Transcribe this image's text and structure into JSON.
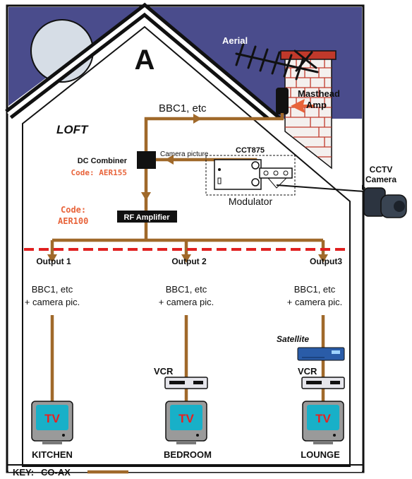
{
  "house": {
    "letter": "A",
    "loft_label": "LOFT",
    "aerial_label": "Aerial",
    "masthead_label_1": "Masthead",
    "masthead_label_2": "Amp",
    "bbc_top": "BBC1, etc",
    "camera_picture": "Camera picture",
    "dc_combiner": "DC Combiner",
    "dc_code": "Code: AER155",
    "cct_label": "CCT875",
    "modulator_label": "Modulator",
    "rf_code_1": "Code:",
    "rf_code_2": "AER100",
    "rf_amp": "RF Amplifier",
    "cctv_1": "CCTV",
    "cctv_2": "Camera"
  },
  "outputs": [
    {
      "label": "Output 1",
      "line1": "BBC1, etc",
      "line2": "+ camera pic.",
      "room": "KITCHEN"
    },
    {
      "label": "Output 2",
      "line1": "BBC1, etc",
      "line2": "+ camera pic.",
      "room": "BEDROOM"
    },
    {
      "label": "Output3",
      "line1": "BBC1, etc",
      "line2": "+ camera pic.",
      "room": "LOUNGE"
    }
  ],
  "devices": {
    "tv_label": "TV",
    "vcr_label": "VCR",
    "satellite_label": "Satellite"
  },
  "key": {
    "prefix": "KEY:",
    "coax": "CO-AX"
  },
  "colors": {
    "coax": "#a0692a",
    "sky": "#4a4c8c",
    "brick": "#c0392b",
    "dashed": "#e02020",
    "code_text": "#e8633a",
    "tv_screen": "#18b0c8",
    "tv_text": "#e82020"
  }
}
